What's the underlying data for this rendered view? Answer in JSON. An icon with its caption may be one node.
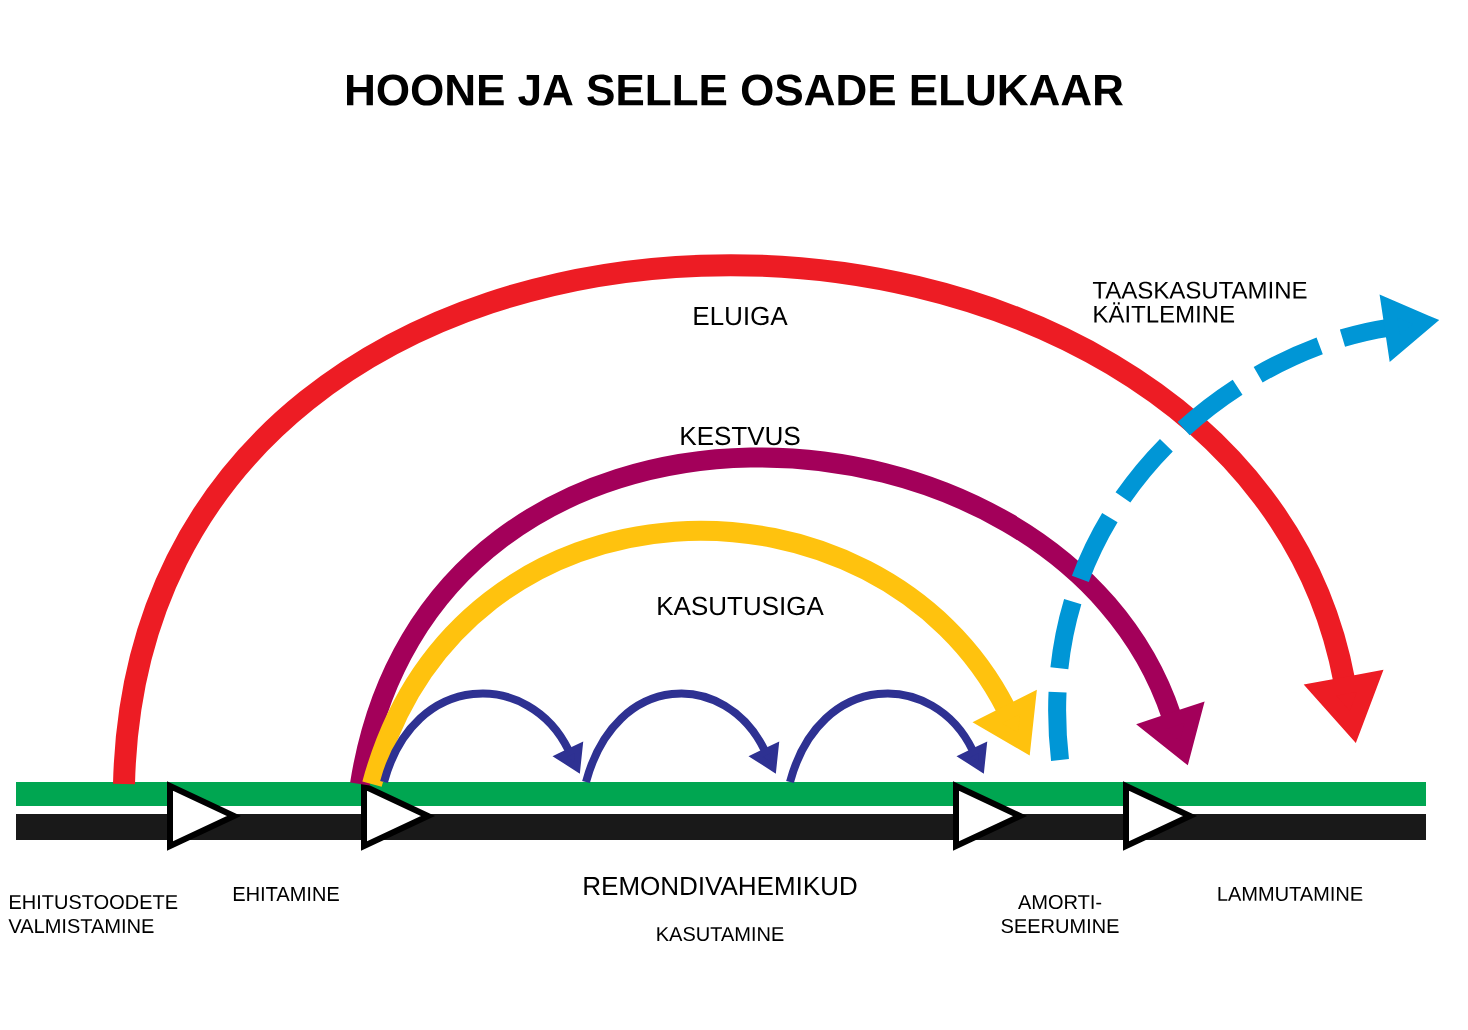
{
  "diagram": {
    "title": "HOONE JA SELLE OSADE ELUKAAR",
    "labels": [
      "ELUIGA",
      "TAASKASUTAMINE KÄITLEMINE",
      "KESTVUS",
      "KASUTUSIGA",
      "EHITUSTOODETE VALMISTAMINE",
      "EHITAMINE",
      "REMONDIVAHEMIKUD",
      "AMORTI- SEERUMINE",
      "LAMMUTAMINE",
      "KASUTAMINE"
    ]
  }
}
